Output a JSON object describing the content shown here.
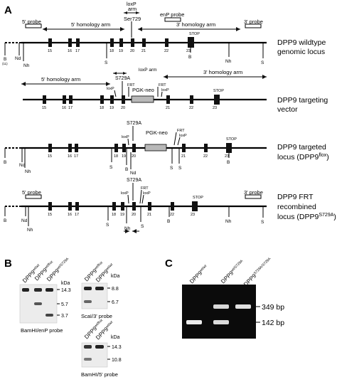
{
  "panels": {
    "A": "A",
    "B": "B",
    "C": "C"
  },
  "labels": {
    "probe5": "5' probe",
    "probe3": "3' probe",
    "enp_probe": "enP probe",
    "homology5": "5' homology arm",
    "homology3": "3' homology arm",
    "loxp_arm_1": "loxP",
    "loxp_arm_2": "arm",
    "ser729": "Ser729",
    "loxp_arm_full": "loxP arm",
    "s729a": "S729A",
    "loxp": "loxP",
    "frt": "FRT",
    "pgk_neo": "PGK-neo",
    "stop": "STOP",
    "b": "B",
    "b_sub": "(11)",
    "nd": "Nd",
    "nh": "Nh",
    "s": "S"
  },
  "exons": [
    "15",
    "16",
    "17",
    "18",
    "19",
    "20",
    "21",
    "22",
    "23"
  ],
  "rows": [
    {
      "line1": "DPP9 wildtype",
      "line2": "genomic locus"
    },
    {
      "line1": "DPP9 targeting",
      "line2": "vector"
    },
    {
      "line1": "DPP9 targeted",
      "line2": "locus (DPP9",
      "sup": "flox",
      "close": ")"
    },
    {
      "line1": "DPP9 FRT",
      "line2": "recombined",
      "line3": "locus (DPP9",
      "sup": "S729A",
      "close": ")"
    }
  ],
  "blots": {
    "lane_base": "DPP9",
    "wt_sup": "wt/wt",
    "wtflox_sup": "wt/flox",
    "wts729a_sup": "wt/S729A",
    "s729a_sup": "S729A/S729A",
    "kda": "kDa",
    "enp_caption": "BamHI/enP probe",
    "scal_caption": "ScaI/3' probe",
    "bam5_caption": "BamHI/5' probe",
    "markers_enp": [
      "14.3",
      "5.7",
      "3.7"
    ],
    "markers_scal": [
      "8.8",
      "6.7"
    ],
    "markers_bam5": [
      "14.3",
      "10.8"
    ]
  },
  "gel": {
    "bp_upper": "349 bp",
    "bp_lower": "142 bp"
  }
}
